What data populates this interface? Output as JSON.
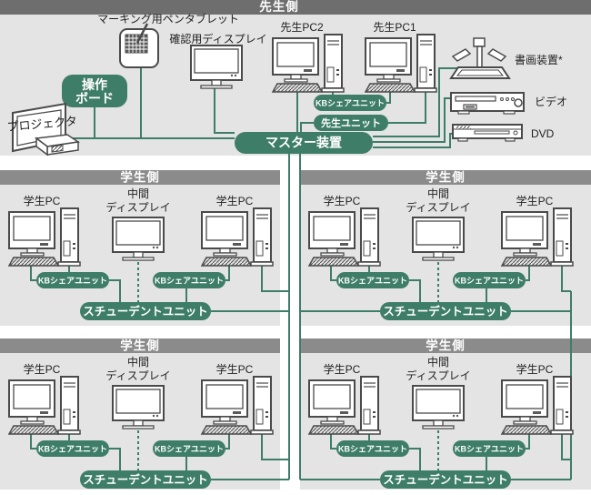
{
  "colors": {
    "green": "#3e7d68",
    "section_bg": "#e4e4e4",
    "student_header_bg": "#8b8b8b",
    "teacher_header_bg": "#6e6e6e",
    "icon_stroke": "#4a4a4a",
    "label_text": "#1f1f1f"
  },
  "teacher": {
    "header": "先生側",
    "labels": {
      "pen_tablet": "マーキング用ペンタブレット",
      "confirm_display": "確認用ディスプレイ",
      "pc2": "先生PC2",
      "pc1": "先生PC1",
      "doc_camera": "書画装置*",
      "video": "ビデオ",
      "dvd": "DVD",
      "projector": "プロジェクタ"
    },
    "nodes": {
      "operation_board_line1": "操作",
      "operation_board_line2": "ボード",
      "kb_share_unit": "KBシェアユニット",
      "teacher_unit": "先生ユニット",
      "master_device": "マスター装置"
    }
  },
  "student": {
    "header": "学生側",
    "labels": {
      "pc": "学生PC",
      "mid_display_line1": "中間",
      "mid_display_line2": "ディスプレイ"
    },
    "nodes": {
      "kb_share_unit": "KBシェアユニット",
      "student_unit": "スチューデントユニット"
    }
  }
}
